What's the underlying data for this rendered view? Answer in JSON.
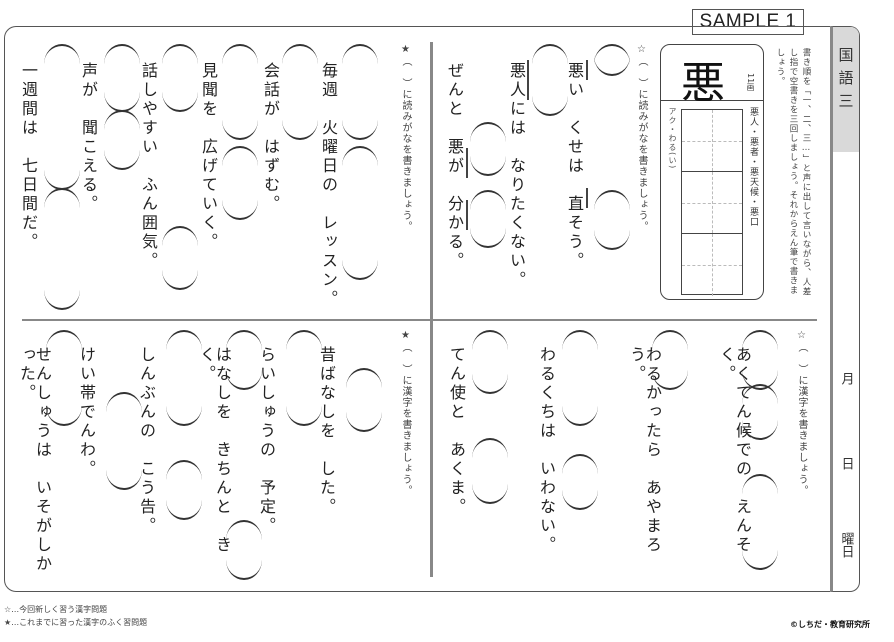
{
  "badge": "SAMPLE 1",
  "side": {
    "title": "国語三",
    "month": "月",
    "day": "日",
    "weekday": "曜日"
  },
  "kanji_card": {
    "kanji": "悪",
    "stroke_count": "11画",
    "reading": "アク・わる(い)",
    "examples": "悪人・悪者・悪天候・悪口",
    "instruction": "書き順を「一、二、三…」と声に出して言いながら、人差し指で空書きを三回しましょう。それからえん筆で書きましょう。"
  },
  "sections": [
    {
      "id": "top-right",
      "instruction": "☆（　）に読みがなを書きましょう。",
      "sentences": [
        "悪い　くせは　直そう。",
        "悪人には　なりたくない。",
        "ぜんと　悪が　分かる。"
      ]
    },
    {
      "id": "top-left",
      "instruction": "★（　）に読みがなを書きましょう。",
      "sentences": [
        "毎週　火曜日の　レッスン。",
        "会話が　はずむ。",
        "見聞を　広げていく。",
        "話しやすい　ふん囲気。",
        "声が　聞こえる。",
        "一週間は　七日間だ。"
      ]
    },
    {
      "id": "bottom-right",
      "instruction": "☆（　）に漢字を書きましょう。",
      "sentences": [
        "あくてん候での　えんそく。",
        "わるかったら　あやまろう。",
        "わるくちは　いわない。",
        "てん使と　あくま。"
      ]
    },
    {
      "id": "bottom-left",
      "instruction": "★（　）に漢字を書きましょう。",
      "sentences": [
        "昔ばなしを　した。",
        "らいしゅうの　予定。",
        "はなしを　きちんと　きく。",
        "しんぶんの　こう告。",
        "けい帯でんわ。",
        "せんしゅうは　いそがしかった。"
      ]
    }
  ],
  "footer": {
    "note1": "☆…今回新しく習う漢字問題",
    "note2": "★…これまでに習った漢字のふく習問題",
    "copyright": "©しちだ・教育研究所"
  }
}
